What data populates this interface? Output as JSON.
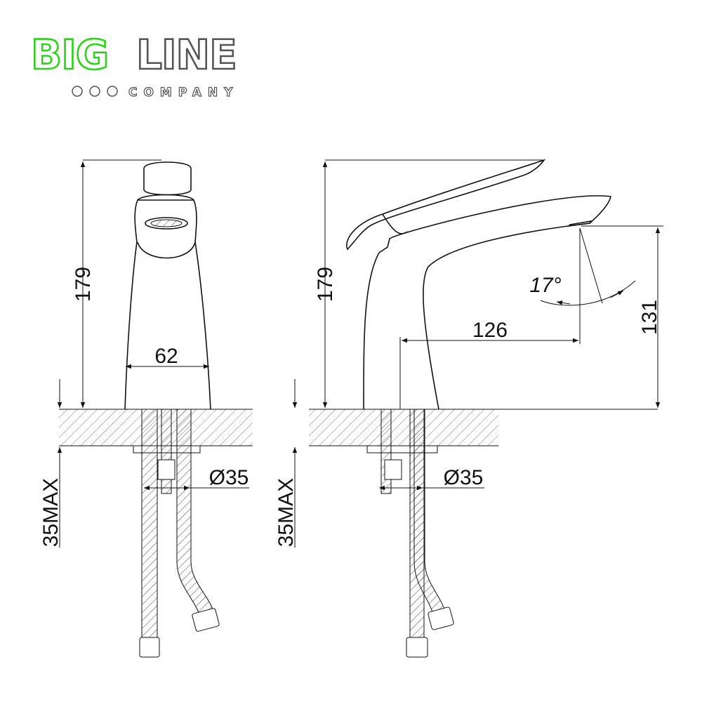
{
  "logo": {
    "part1": "BIG",
    "part2": "LINE",
    "tagline": "COMPANY",
    "green": "#2fd11c",
    "gray": "#555555"
  },
  "front_view": {
    "height_label": "179",
    "width_label": "62",
    "depth_label": "35MAX",
    "hole_label": "Ø35"
  },
  "side_view": {
    "height_label": "179",
    "reach_label": "126",
    "spout_height_label": "131",
    "angle_label": "17°",
    "depth_label": "35MAX",
    "hole_label": "Ø35"
  }
}
